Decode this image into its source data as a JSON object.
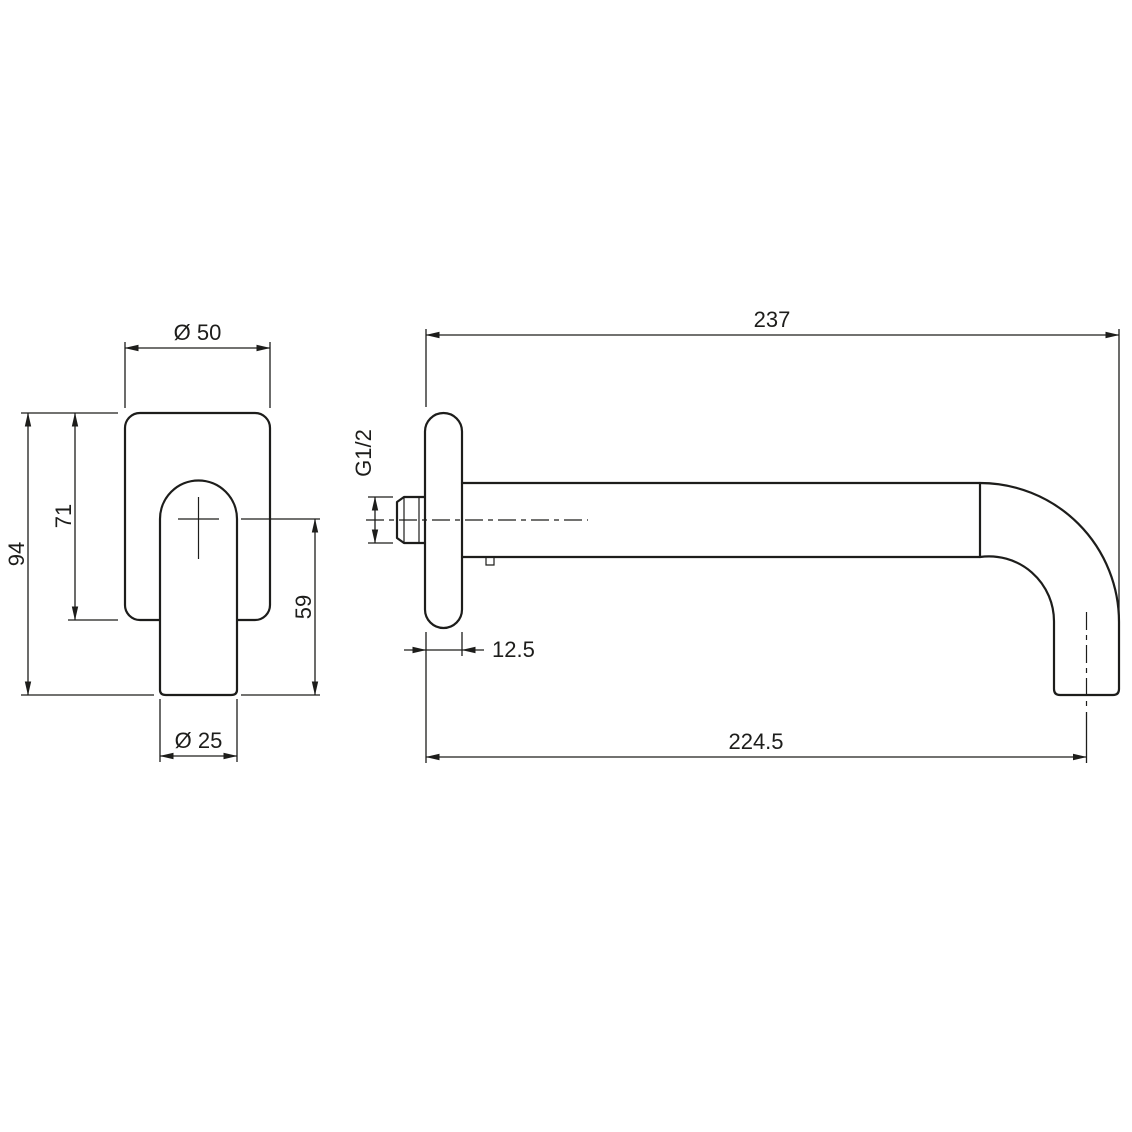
{
  "colors": {
    "line": "#1d1d1b",
    "background": "#ffffff"
  },
  "front_view": {
    "plate_width": "Ø 50",
    "overall_height": "94",
    "plate_height": "71",
    "center_to_outlet": "59",
    "spout_diameter": "Ø 25"
  },
  "side_view": {
    "total_projection": "237",
    "thread_size": "G1/2",
    "flange_thickness": "12.5",
    "wall_to_outlet_center": "224.5"
  }
}
